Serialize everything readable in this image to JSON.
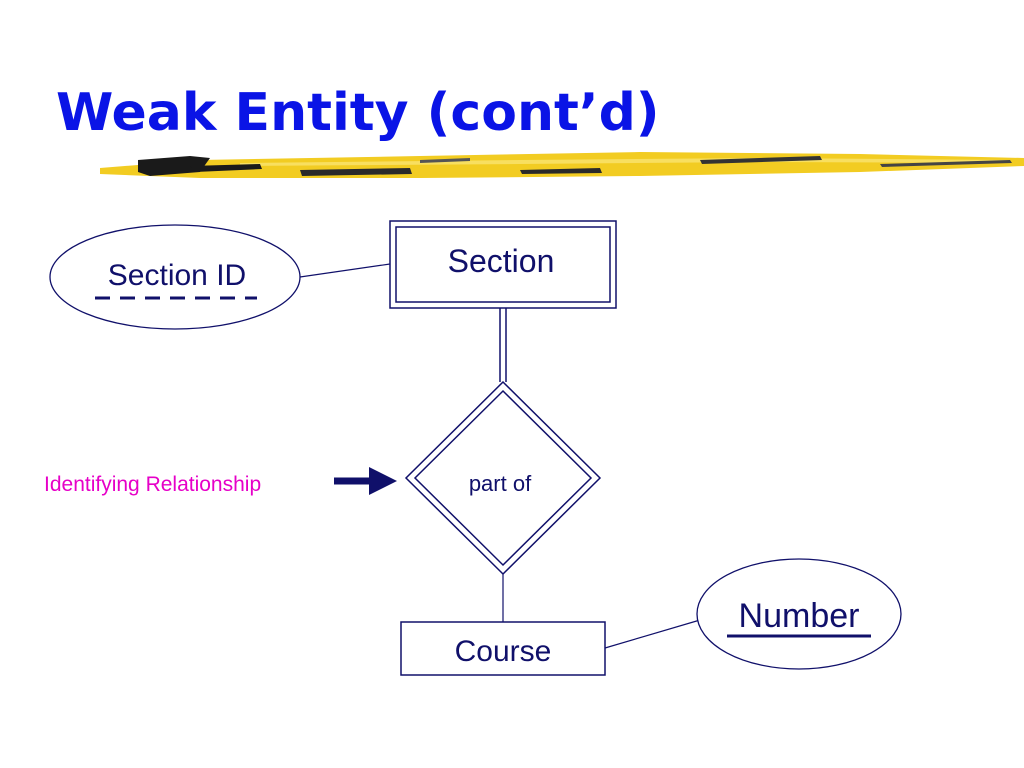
{
  "slide": {
    "title": "Weak Entity (cont’d)"
  },
  "diagram": {
    "weak_entity": {
      "label": "Section"
    },
    "owner_entity": {
      "label": "Course"
    },
    "relationship": {
      "label": "part of"
    },
    "partial_key_attribute": {
      "label": "Section ID"
    },
    "key_attribute": {
      "label": "Number"
    },
    "callout": {
      "label": "Identifying Relationship"
    }
  },
  "colors": {
    "title": "#0a14e6",
    "diagram_ink": "#10106a",
    "callout_text": "#e600c8",
    "underline_brush_gold": "#f2cc22",
    "underline_brush_dark": "#1a1a1a"
  }
}
